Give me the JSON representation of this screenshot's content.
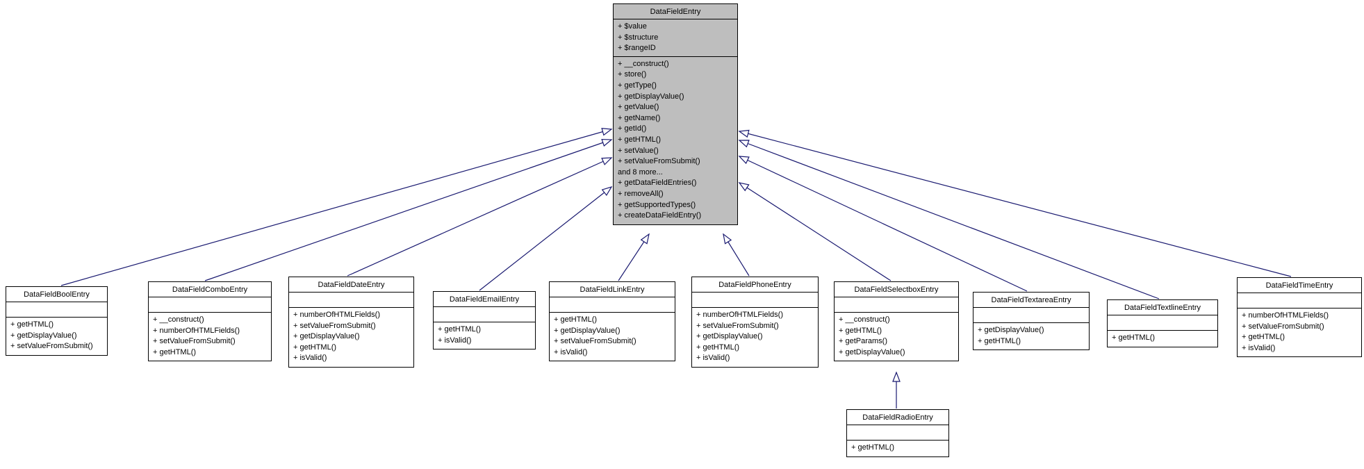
{
  "diagram_title": "DataFieldEntry inheritance diagram",
  "colors": {
    "edge": "#191970",
    "node_fill": "#ffffff",
    "highlight_fill": "#bebebe",
    "border": "#000000"
  },
  "classes": [
    {
      "name": "DataFieldEntry",
      "attributes": [
        "+ $value",
        "+ $structure",
        "+ $rangeID"
      ],
      "methods": [
        "+ __construct()",
        "+ store()",
        "+ getType()",
        "+ getDisplayValue()",
        "+ getValue()",
        "+ getName()",
        "+ getId()",
        "+ getHTML()",
        "+ setValue()",
        "+ setValueFromSubmit()",
        "and 8 more...",
        "+ getDataFieldEntries()",
        "+ removeAll()",
        "+ getSupportedTypes()",
        "+ createDataFieldEntry()"
      ]
    },
    {
      "name": "DataFieldBoolEntry",
      "attributes": [],
      "methods": [
        "+ getHTML()",
        "+ getDisplayValue()",
        "+ setValueFromSubmit()"
      ]
    },
    {
      "name": "DataFieldComboEntry",
      "attributes": [],
      "methods": [
        "+ __construct()",
        "+ numberOfHTMLFields()",
        "+ setValueFromSubmit()",
        "+ getHTML()"
      ]
    },
    {
      "name": "DataFieldDateEntry",
      "attributes": [],
      "methods": [
        "+ numberOfHTMLFields()",
        "+ setValueFromSubmit()",
        "+ getDisplayValue()",
        "+ getHTML()",
        "+ isValid()"
      ]
    },
    {
      "name": "DataFieldEmailEntry",
      "attributes": [],
      "methods": [
        "+ getHTML()",
        "+ isValid()"
      ]
    },
    {
      "name": "DataFieldLinkEntry",
      "attributes": [],
      "methods": [
        "+ getHTML()",
        "+ getDisplayValue()",
        "+ setValueFromSubmit()",
        "+ isValid()"
      ]
    },
    {
      "name": "DataFieldPhoneEntry",
      "attributes": [],
      "methods": [
        "+ numberOfHTMLFields()",
        "+ setValueFromSubmit()",
        "+ getDisplayValue()",
        "+ getHTML()",
        "+ isValid()"
      ]
    },
    {
      "name": "DataFieldSelectboxEntry",
      "attributes": [],
      "methods": [
        "+ __construct()",
        "+ getHTML()",
        "+ getParams()",
        "+ getDisplayValue()"
      ]
    },
    {
      "name": "DataFieldTextareaEntry",
      "attributes": [],
      "methods": [
        "+ getDisplayValue()",
        "+ getHTML()"
      ]
    },
    {
      "name": "DataFieldTextlineEntry",
      "attributes": [],
      "methods": [
        "+ getHTML()"
      ]
    },
    {
      "name": "DataFieldTimeEntry",
      "attributes": [],
      "methods": [
        "+ numberOfHTMLFields()",
        "+ setValueFromSubmit()",
        "+ getHTML()",
        "+ isValid()"
      ]
    },
    {
      "name": "DataFieldRadioEntry",
      "attributes": [],
      "methods": [
        "+ getHTML()"
      ]
    }
  ]
}
